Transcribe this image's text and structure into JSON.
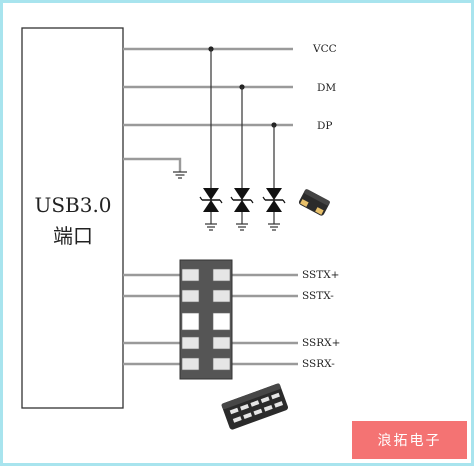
{
  "port": {
    "title": "USB3.0",
    "subtitle": "端口"
  },
  "signals": {
    "vcc": "VCC",
    "dm": "DM",
    "dp": "DP",
    "sstx_p": "SSTX+",
    "sstx_n": "SSTX-",
    "ssrx_p": "SSRX+",
    "ssrx_n": "SSRX-"
  },
  "brand": {
    "text": "浪拓电子",
    "bg": "#f47373"
  },
  "colors": {
    "frame": "#a8e4ee",
    "wire": "#9a9a9a",
    "package_body": "#2b2b2b",
    "array_body": "#555555",
    "pad": "#e6e6e6"
  }
}
